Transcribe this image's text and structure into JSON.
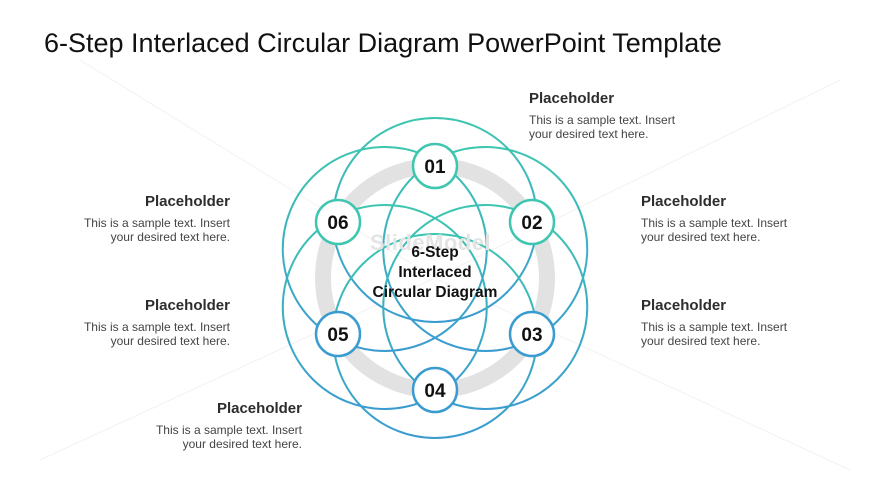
{
  "title": "6-Step Interlaced Circular Diagram PowerPoint Template",
  "watermark": "SlideModel",
  "center": {
    "line1": "6-Step",
    "line2": "Interlaced",
    "line3": "Circular Diagram"
  },
  "steps": [
    {
      "number": "01",
      "heading": "Placeholder",
      "text1": "This is a sample text. Insert",
      "text2": "your desired text here."
    },
    {
      "number": "02",
      "heading": "Placeholder",
      "text1": "This is a sample text. Insert",
      "text2": "your desired text here."
    },
    {
      "number": "03",
      "heading": "Placeholder",
      "text1": "This is a sample text. Insert",
      "text2": "your desired text here."
    },
    {
      "number": "04",
      "heading": "Placeholder",
      "text1": "This is a sample text. Insert",
      "text2": "your desired text here."
    },
    {
      "number": "05",
      "heading": "Placeholder",
      "text1": "This is a sample text. Insert",
      "text2": "your desired text here."
    },
    {
      "number": "06",
      "heading": "Placeholder",
      "text1": "This is a sample text. Insert",
      "text2": "your desired text here."
    }
  ],
  "colors": {
    "teal": "#3ec6b0",
    "blue": "#3a9bd1",
    "ring": "#e2e2e2",
    "node_text": "#111111"
  }
}
